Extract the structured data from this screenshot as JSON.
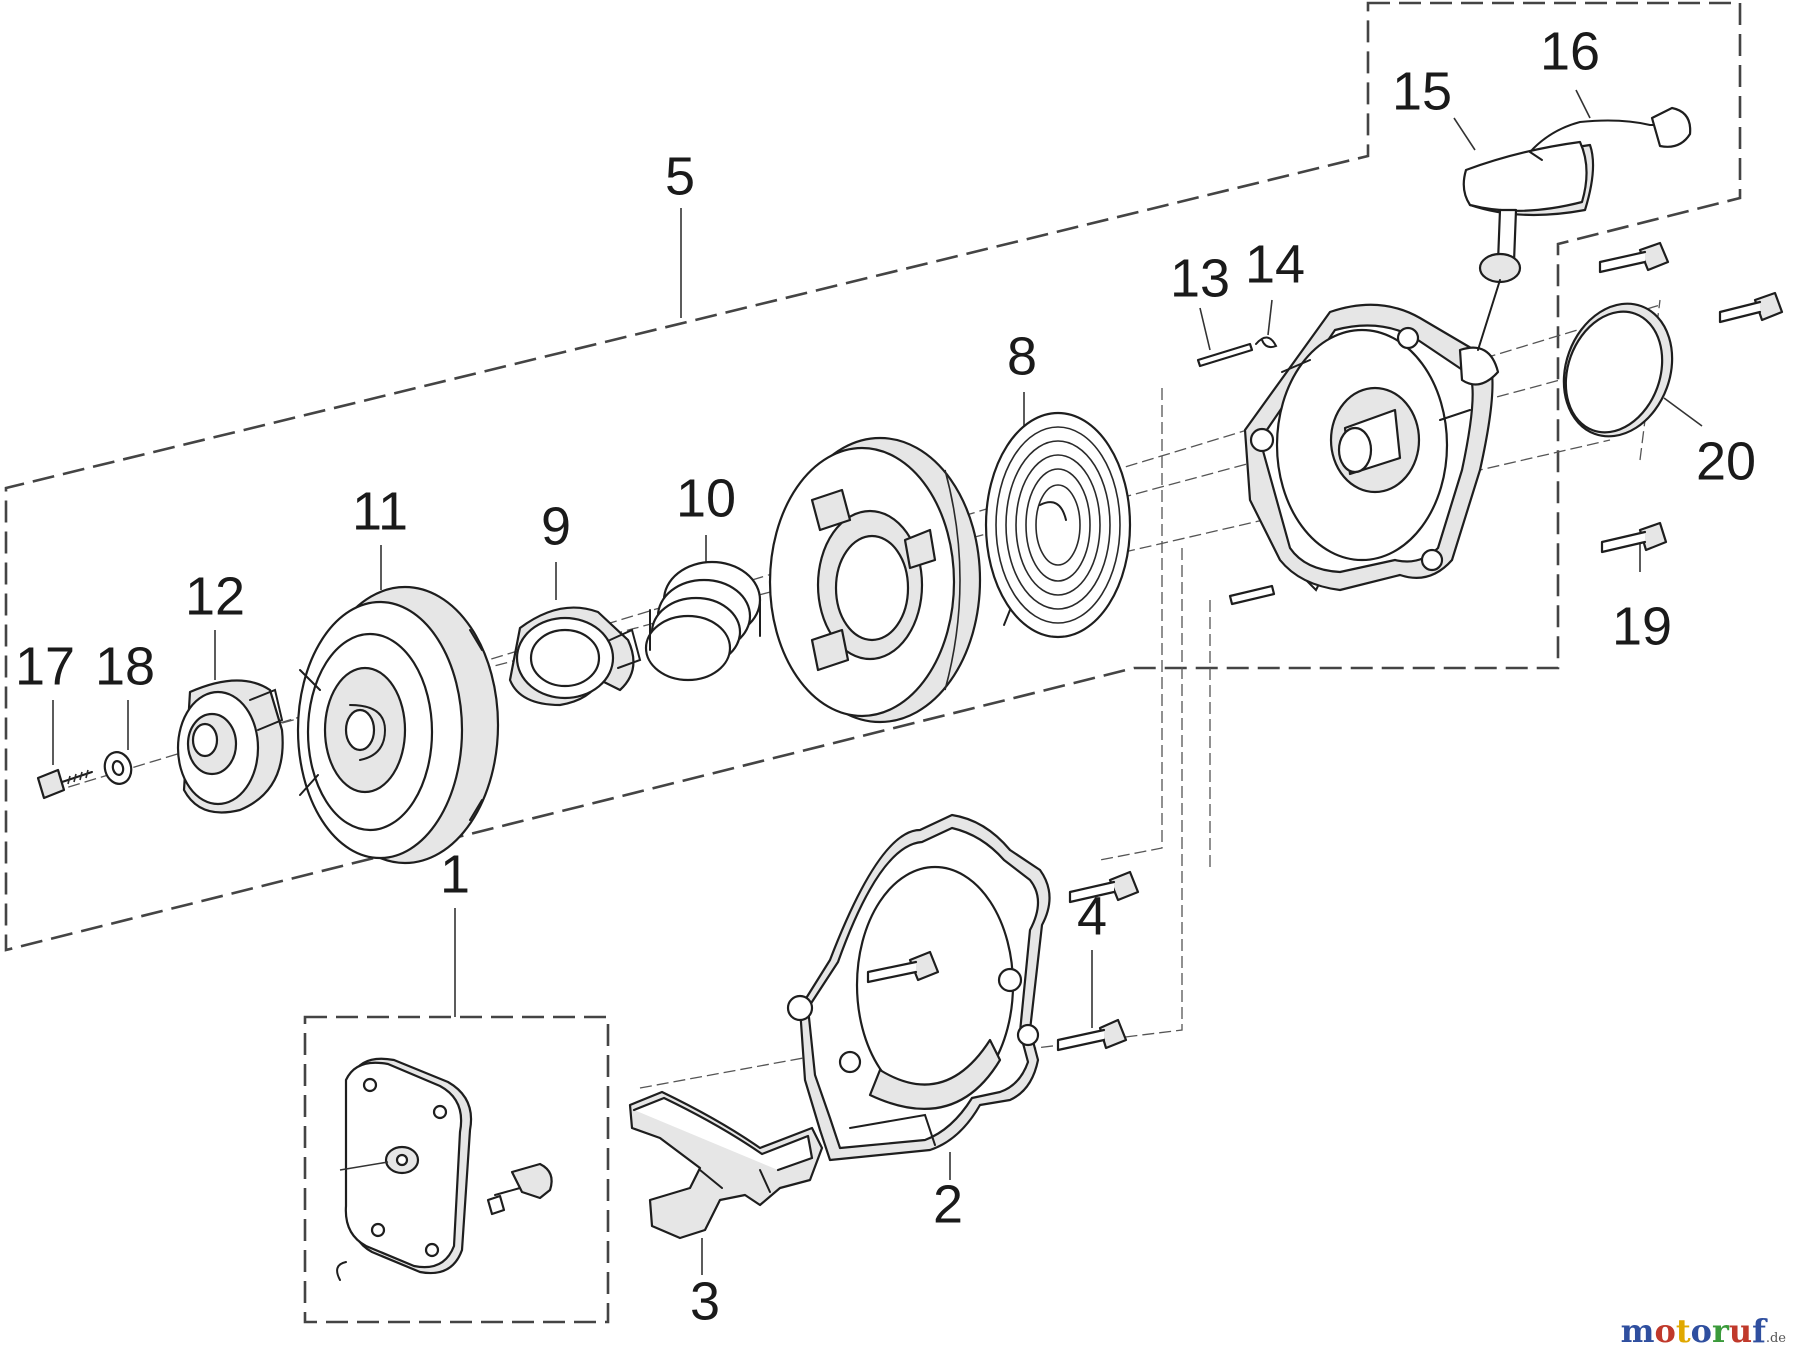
{
  "callouts": {
    "c1": "1",
    "c2": "2",
    "c3": "3",
    "c4": "4",
    "c5": "5",
    "c8": "8",
    "c9": "9",
    "c10": "10",
    "c11": "11",
    "c12": "12",
    "c13": "13",
    "c14": "14",
    "c15": "15",
    "c16": "16",
    "c17": "17",
    "c18": "18",
    "c19": "19",
    "c20": "20"
  },
  "watermark": {
    "letters": [
      "m",
      "o",
      "t",
      "o",
      "r",
      "u",
      "f"
    ],
    "tld": ".de",
    "colors": [
      "#2f4f9f",
      "#c0392b",
      "#e0a800",
      "#2f4f9f",
      "#3a9a3a",
      "#c0392b",
      "#2f4f9f"
    ]
  }
}
